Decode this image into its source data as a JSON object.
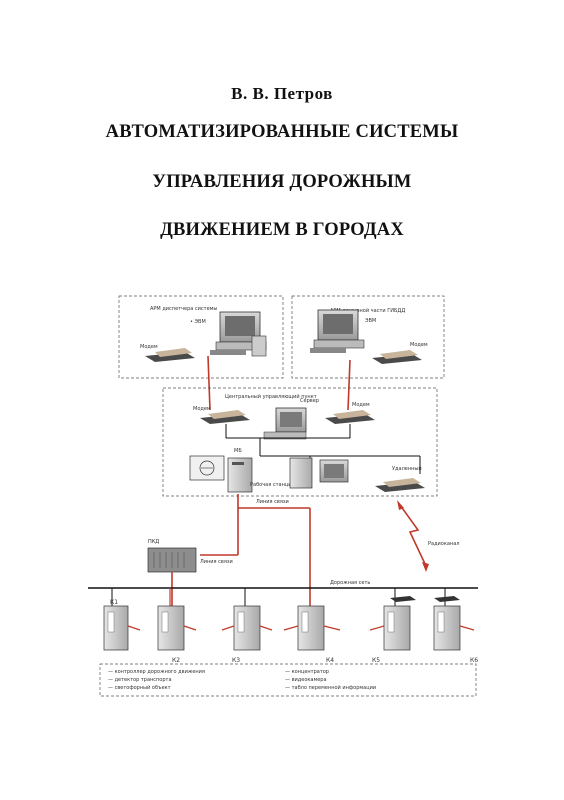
{
  "cover": {
    "author": "В. В. Петров",
    "title_lines": [
      "АВТОМАТИЗИРОВАННЫЕ СИСТЕМЫ",
      "управления дорожным",
      "движением в городах"
    ]
  },
  "diagram": {
    "labels": {
      "top_left_box": "АРМ диспетчера системы",
      "top_right_box": "АРМ дежурной части ГИБДД",
      "modem_a": "Модем",
      "modem_b": "Модем",
      "modem_c": "Модем",
      "modem_d": "Модем",
      "center_box": "Центральный управляющий пункт",
      "server": "Сервер",
      "workstation": "Рабочая станция",
      "modem_e": "Удаленный",
      "concentrator": "ПКД",
      "radio": "Радиоканал",
      "network": "Дорожная сеть",
      "k1": "К1",
      "k2": "К2",
      "k3": "К3",
      "k4": "К4",
      "k5": "К5",
      "k6": "К6",
      "legend_1": "— контроллер дорожного движения",
      "legend_2": "— детектор транспорта",
      "legend_3": "— светофорный объект",
      "legend_4": "— концентратор",
      "legend_5": "— видеокамера",
      "legend_6": "— табло переменной информации"
    }
  }
}
